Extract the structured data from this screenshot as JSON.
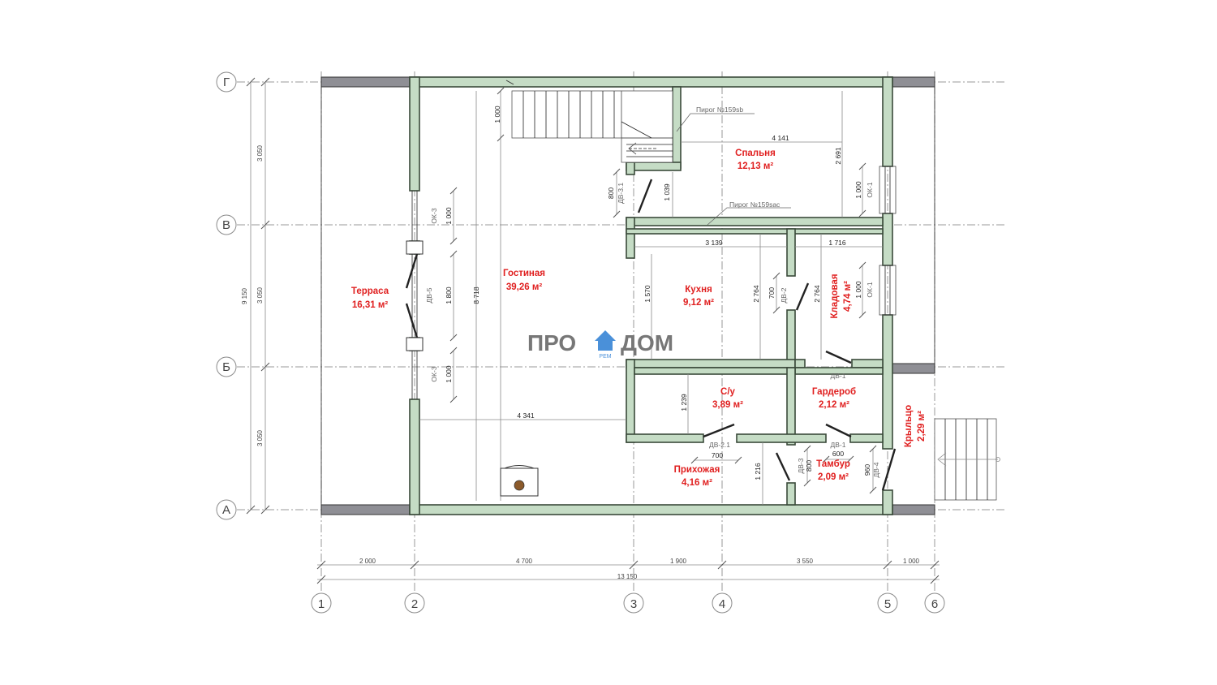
{
  "axes": {
    "rows": [
      "Г",
      "В",
      "Б",
      "А"
    ],
    "cols": [
      "1",
      "2",
      "3",
      "4",
      "5",
      "6"
    ]
  },
  "dims": {
    "bottom": [
      "2 000",
      "4 700",
      "1 900",
      "3 550",
      "1 000"
    ],
    "total": "13 150",
    "left_parts": [
      "3 050",
      "3 050",
      "3 050"
    ],
    "left_total": "9 150",
    "interior": {
      "d4141": "4 141",
      "d2691": "2 691",
      "d1039": "1 039",
      "d800a": "800",
      "d1000ok1a": "1 000",
      "d3139": "3 139",
      "d1716": "1 716",
      "d1570": "1 570",
      "d2764a": "2 764",
      "d700a": "700",
      "d2764b": "2 764",
      "d1000ok1b": "1 000",
      "d8718": "8 718",
      "d1000stair": "1 000",
      "d1000ok3a": "1 000",
      "d1800": "1 800",
      "d1000ok3b": "1 000",
      "d4341": "4 341",
      "d1239": "1 239",
      "d700b": "700",
      "d1216": "1 216",
      "d800b": "800",
      "d600": "600",
      "d960": "960"
    }
  },
  "labels": {
    "pirog1": "Пирог №159sb",
    "pirog2": "Пирог №159sac",
    "ok1a": "ОК-1",
    "ok1b": "ОК-1",
    "ok3a": "ОК-3",
    "ok3b": "ОК-3",
    "dv5": "ДВ-5",
    "dv31": "ДВ-3.1",
    "dv2": "ДВ-2",
    "dv1a": "ДВ-1",
    "dv1b": "ДВ-1",
    "dv21": "ДВ-2.1",
    "dv3": "ДВ-3",
    "dv4": "ДВ-4"
  },
  "rooms": {
    "terrace": {
      "name": "Терраса",
      "area": "16,31 м²"
    },
    "living": {
      "name": "Гостиная",
      "area": "39,26 м²"
    },
    "bedroom": {
      "name": "Спальня",
      "area": "12,13 м²"
    },
    "kitchen": {
      "name": "Кухня",
      "area": "9,12 м²"
    },
    "pantry": {
      "name": "Кладовая",
      "area": "4,74 м²"
    },
    "bath": {
      "name": "С/у",
      "area": "3,89 м²"
    },
    "wardrobe": {
      "name": "Гардероб",
      "area": "2,12 м²"
    },
    "porch": {
      "name": "Крыльцо",
      "area": "2,29 м²"
    },
    "vestibule": {
      "name": "Тамбур",
      "area": "2,09 м²"
    },
    "hall": {
      "name": "Прихожая",
      "area": "4,16 м²"
    }
  },
  "logo": {
    "left": "ПРО",
    "right": "ДОМ",
    "sub": "РЕМ",
    "color": "#4a90d9"
  }
}
